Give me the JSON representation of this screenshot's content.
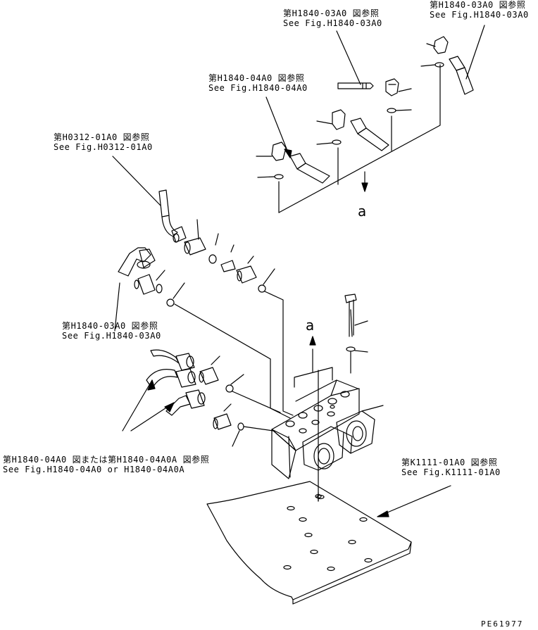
{
  "refs": {
    "h1840_03a0_top": {
      "jp": "第H1840-03A0 図参照",
      "en": "See Fig.H1840-03A0"
    },
    "h1840_03a0_right": {
      "jp": "第H1840-03A0 図参照",
      "en": "See Fig.H1840-03A0"
    },
    "h1840_04a0": {
      "jp": "第H1840-04A0 図参照",
      "en": "See Fig.H1840-04A0"
    },
    "h0312_01a0": {
      "jp": "第H0312-01A0 図参照",
      "en": "See Fig.H0312-01A0"
    },
    "h1840_03a0_mid": {
      "jp": "第H1840-03A0 図参照",
      "en": "See Fig.H1840-03A0"
    },
    "h1840_04a0_or": {
      "jp": "第H1840-04A0 図または第H1840-04A0A 図参照",
      "en": "See Fig.H1840-04A0 or H1840-04A0A"
    },
    "k1111_01a0": {
      "jp": "第K1111-01A0 図参照",
      "en": "See Fig.K1111-01A0"
    }
  },
  "markers": {
    "upper": "a",
    "lower": "a"
  },
  "drawing_code": "PE61977"
}
